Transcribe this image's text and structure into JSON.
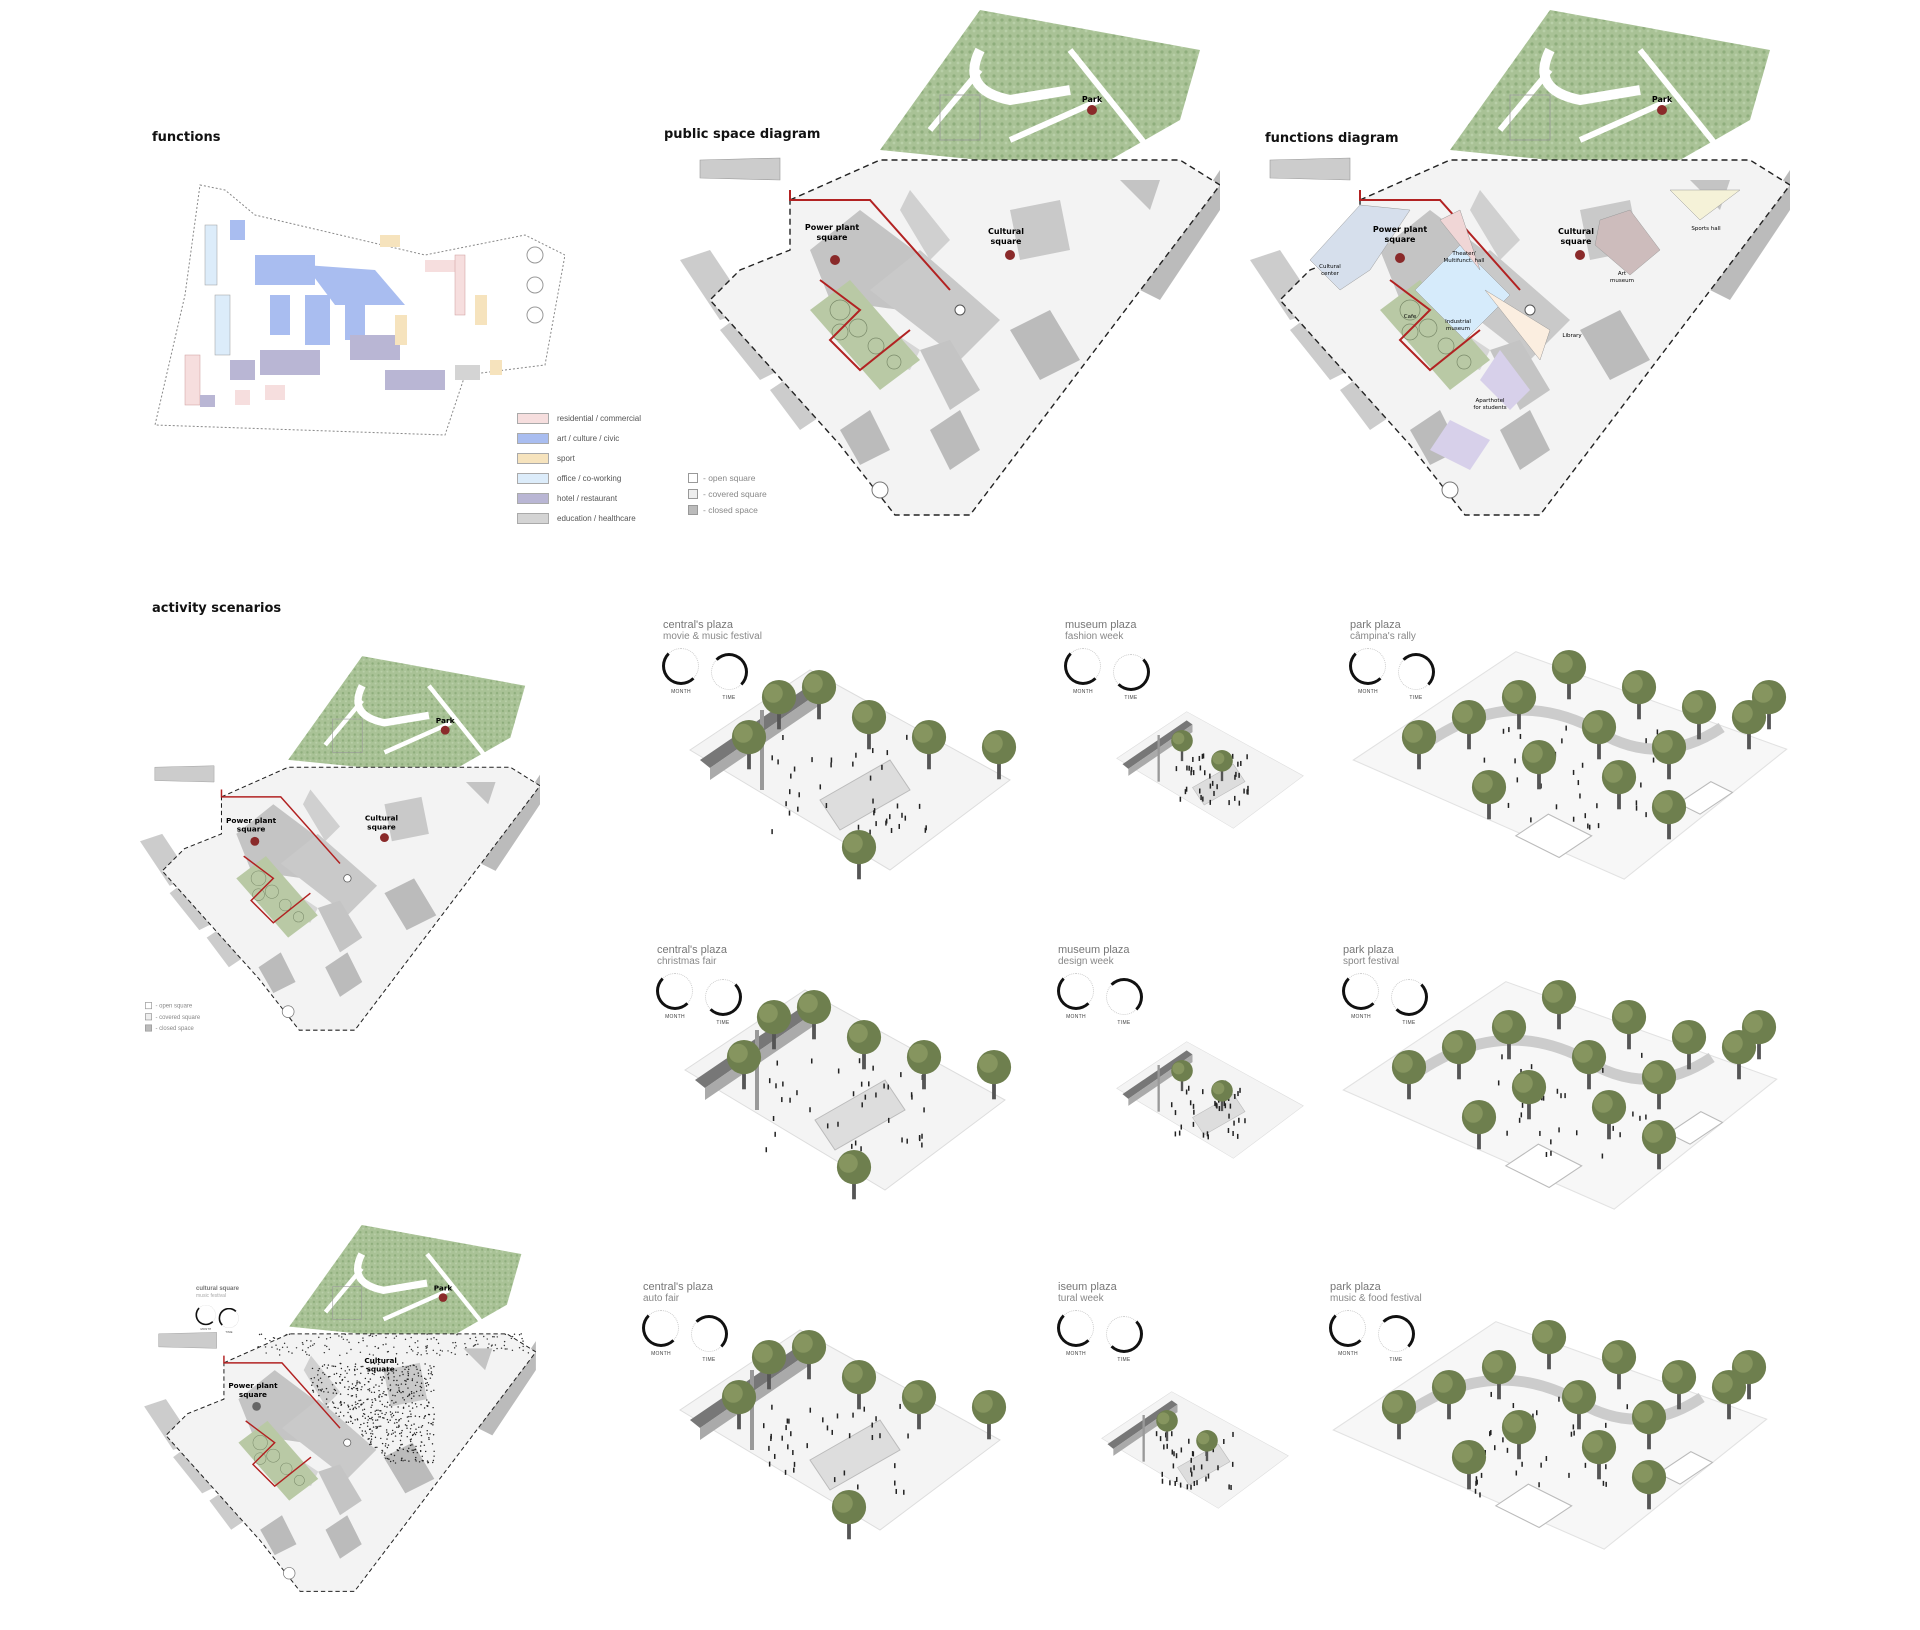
{
  "sections": {
    "functions": "functions",
    "public_space": "public space diagram",
    "functions_diagram": "functions diagram",
    "activity": "activity scenarios"
  },
  "functions_legend": [
    {
      "label": "residential / commercial",
      "color": "#f6dede"
    },
    {
      "label": "art / culture / civic",
      "color": "#a9bdf0"
    },
    {
      "label": "sport",
      "color": "#f6e3bd"
    },
    {
      "label": "office / co-working",
      "color": "#dcecfa"
    },
    {
      "label": "hotel / restaurant",
      "color": "#b9b6d4"
    },
    {
      "label": "education / healthcare",
      "color": "#d4d4d4"
    }
  ],
  "space_legend": [
    {
      "label": "- open square",
      "color": "#ffffff"
    },
    {
      "label": "- covered square",
      "color": "#eeeeee"
    },
    {
      "label": "- closed space",
      "color": "#bbbbbb"
    }
  ],
  "places": {
    "park": "Park",
    "power_plant": [
      "Power plant",
      "square"
    ],
    "cultural": [
      "Cultural",
      "square"
    ],
    "cultural_center": [
      "Cultural",
      "center"
    ],
    "theater": [
      "Theater/",
      "Multifunct. hall"
    ],
    "sports_hall": "Sports hall",
    "art_museum": [
      "Art",
      "museum"
    ],
    "cafe": "Cafe",
    "industrial_museum": [
      "Industrial",
      "museum"
    ],
    "library": "Library",
    "aparthotel": [
      "Aparthotel",
      "for students"
    ]
  },
  "clock_labels": {
    "month": "MONTH",
    "time": "TIME"
  },
  "cultural_square_scenario": {
    "title": "cultural square",
    "subtitle": "music festival"
  },
  "scenarios": [
    {
      "title": "central's plaza",
      "subtitle": "movie & music festival"
    },
    {
      "title": "museum plaza",
      "subtitle": "fashion week"
    },
    {
      "title": "park plaza",
      "subtitle": "câmpina's rally"
    },
    {
      "title": "central's plaza",
      "subtitle": "christmas fair"
    },
    {
      "title": "museum plaza",
      "subtitle": "design week"
    },
    {
      "title": "park plaza",
      "subtitle": "sport festival"
    },
    {
      "title": "central's plaza",
      "subtitle": "auto fair"
    },
    {
      "title": "iseum plaza",
      "subtitle": "tural week"
    },
    {
      "title": "park plaza",
      "subtitle": "music & food festival"
    }
  ],
  "colors": {
    "accent_red": "#b22222",
    "marker": "#8a2a2a",
    "park_green": "#9fb98a",
    "building_grey": "#c4c4c4"
  }
}
